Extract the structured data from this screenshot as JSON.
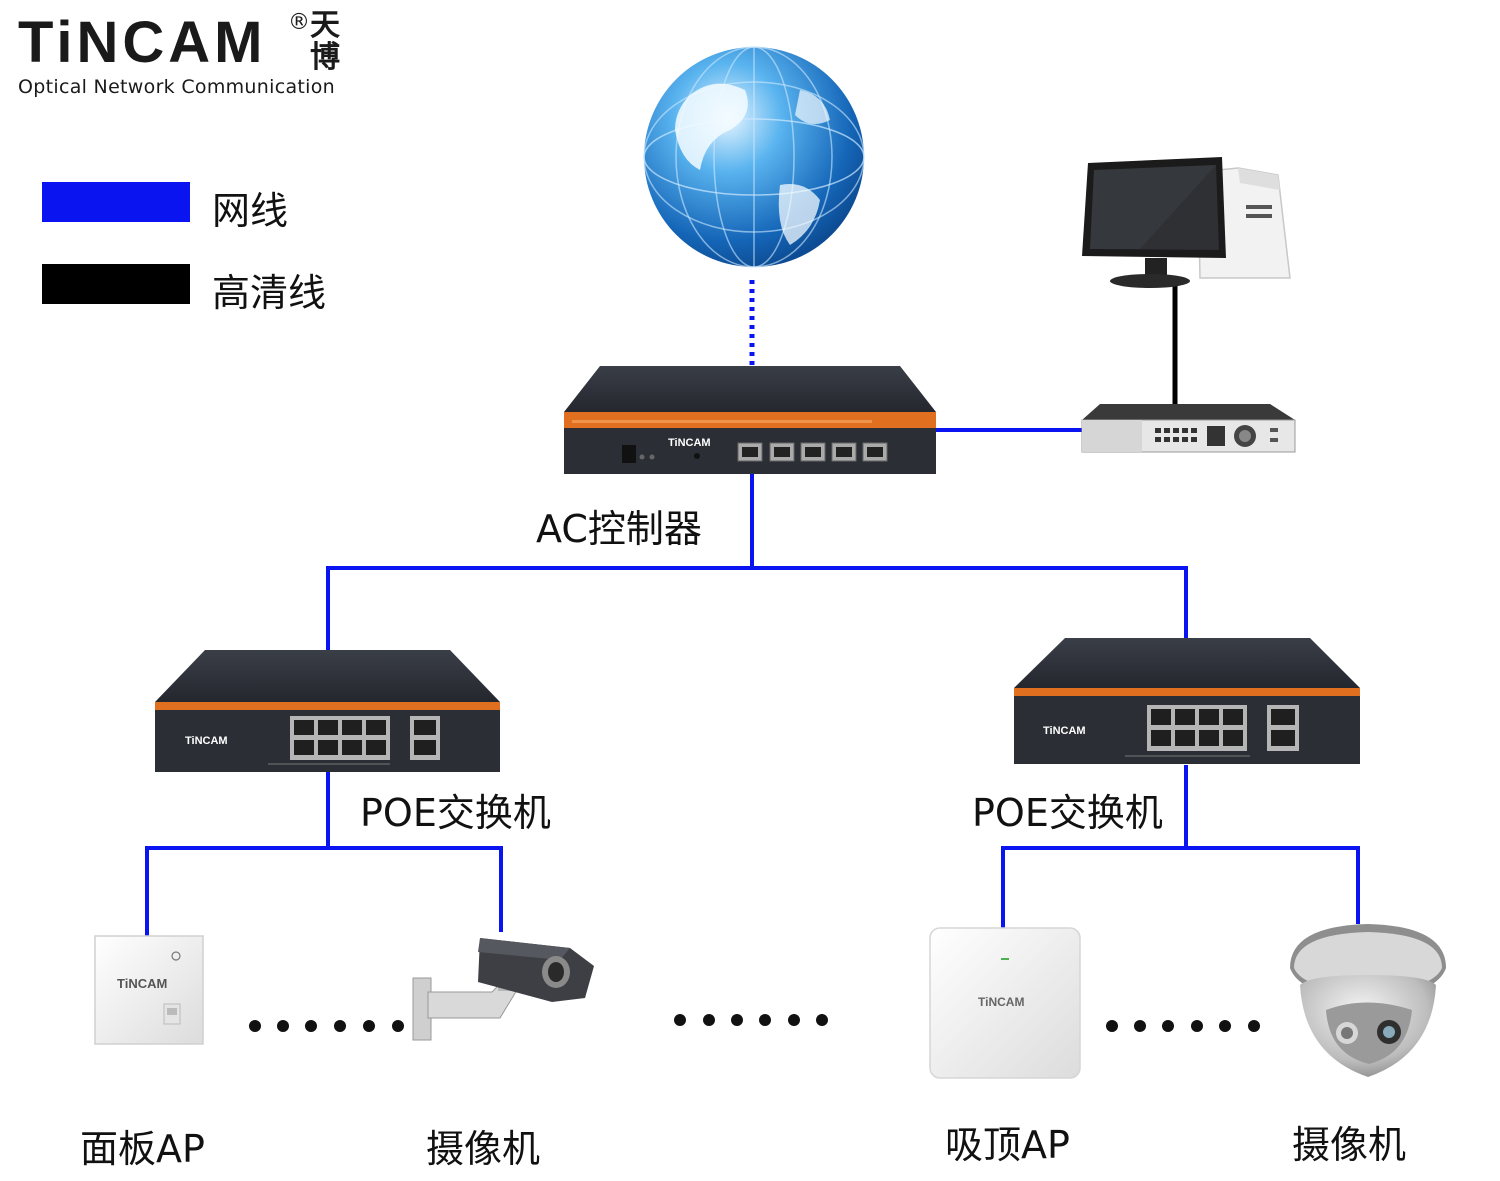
{
  "logo": {
    "brand": "TiNCAM",
    "reg": "®",
    "cn_line1": "天",
    "cn_line2": "博",
    "tagline": "Optical Network Communication"
  },
  "legend": {
    "items": [
      {
        "label": "网线",
        "color": "#0a14f0"
      },
      {
        "label": "高清线",
        "color": "#000000"
      }
    ]
  },
  "devices": {
    "ac_controller": {
      "label": "AC控制器",
      "brand": "TiNCAM"
    },
    "poe_switch_left": {
      "label": "POE交换机",
      "brand": "TiNCAM"
    },
    "poe_switch_right": {
      "label": "POE交换机",
      "brand": "TiNCAM"
    },
    "panel_ap": {
      "label": "面板AP",
      "brand": "TiNCAM"
    },
    "camera_left": {
      "label": "摄像机"
    },
    "ceiling_ap": {
      "label": "吸顶AP",
      "brand": "TiNCAM"
    },
    "camera_right": {
      "label": "摄像机"
    }
  },
  "colors": {
    "network_line": "#0a14f0",
    "hd_line": "#000000",
    "device_stripe": "#e0701f",
    "device_body": "#2b2e35"
  }
}
